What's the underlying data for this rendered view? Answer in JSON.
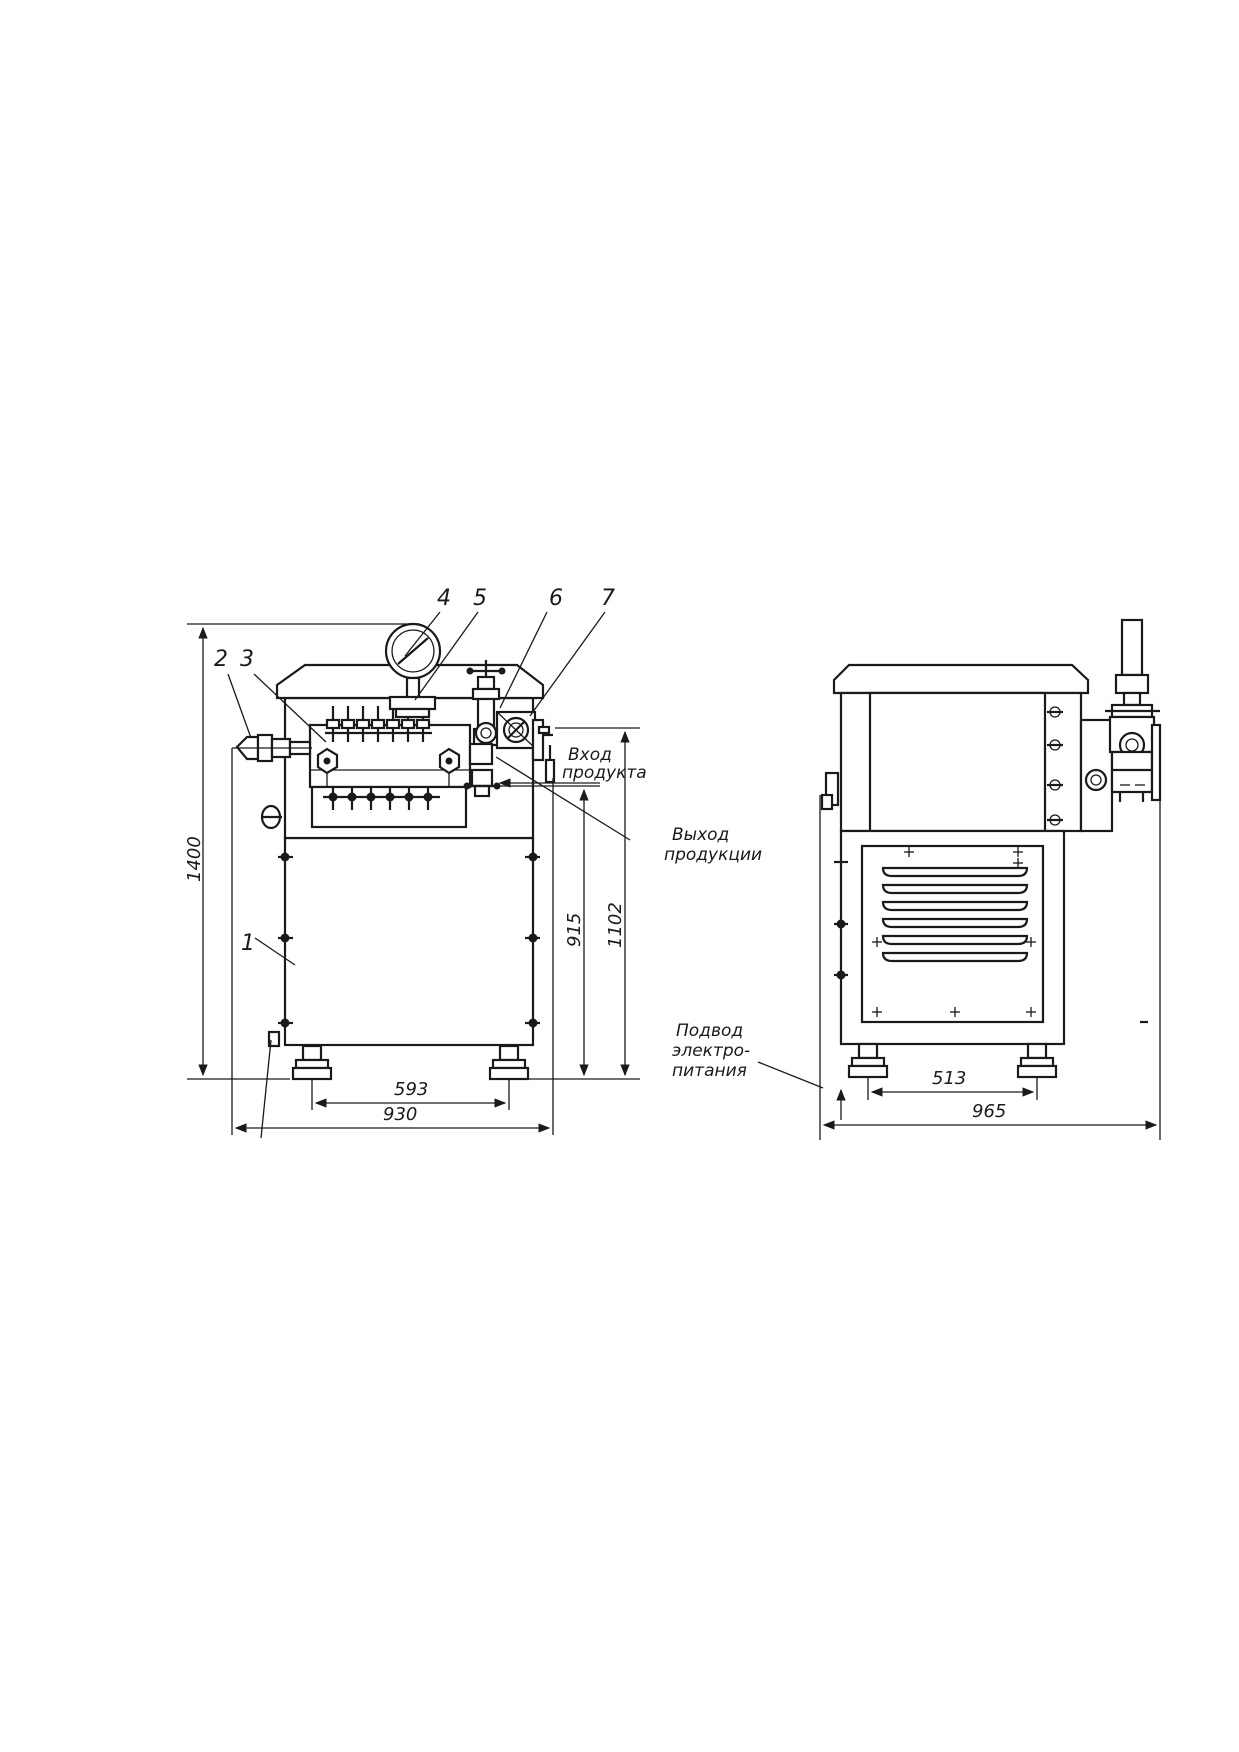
{
  "callouts": [
    "1",
    "2",
    "3",
    "4",
    "5",
    "6",
    "7"
  ],
  "annotations": {
    "inlet": [
      "Вход",
      "продукта"
    ],
    "outlet": [
      "Выход",
      "продукции"
    ],
    "power": [
      "Подвод",
      "электро-",
      "питания"
    ]
  },
  "dimensions": {
    "front_height_total": "1400",
    "front_height_outlet": "915",
    "front_height_inlet": "1102",
    "front_feet_spacing": "593",
    "front_width": "930",
    "side_feet_spacing": "513",
    "side_width": "965"
  },
  "colors": {
    "ink": "#1a1a1a",
    "paper": "#ffffff"
  }
}
